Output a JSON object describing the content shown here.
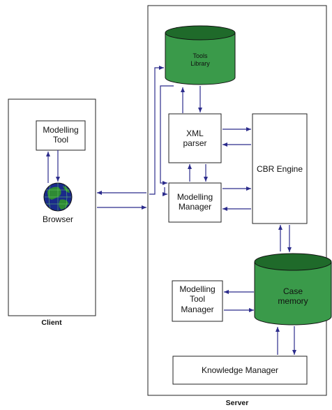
{
  "colors": {
    "arrow": "#2c2c8c",
    "cylinder_body": "#3a9a4a",
    "cylinder_top": "#1f6a2a",
    "globe_land": "#2f8a34",
    "globe_sea": "#1a2a8a",
    "border": "#222222"
  },
  "labels": {
    "client": "Client",
    "server": "Server",
    "modelling_tool": [
      "Modelling",
      "Tool"
    ],
    "browser": "Browser",
    "tools_library": [
      "Tools",
      "Library"
    ],
    "xml_parser": [
      "XML",
      "parser"
    ],
    "modelling_manager": [
      "Modelling",
      "Manager"
    ],
    "cbr_engine": "CBR Engine",
    "case_memory": [
      "Case",
      "memory"
    ],
    "modelling_tool_manager": [
      "Modelling",
      "Tool",
      "Manager"
    ],
    "knowledge_manager": "Knowledge Manager"
  },
  "icons": {
    "browser": "globe-icon"
  }
}
